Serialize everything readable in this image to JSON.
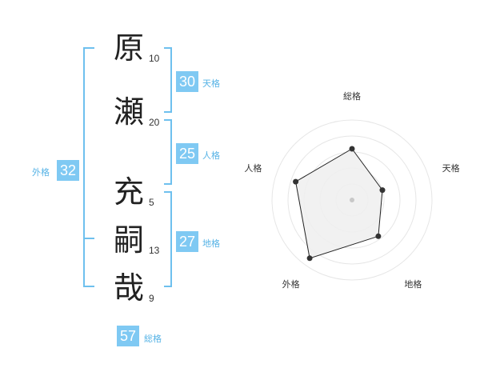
{
  "name_chars": [
    {
      "char": "原",
      "strokes": "10"
    },
    {
      "char": "瀬",
      "strokes": "20"
    },
    {
      "char": "充",
      "strokes": "5"
    },
    {
      "char": "嗣",
      "strokes": "13"
    },
    {
      "char": "哉",
      "strokes": "9"
    }
  ],
  "fortunes": {
    "tenkaku": {
      "value": "30",
      "label": "天格"
    },
    "jinkaku": {
      "value": "25",
      "label": "人格"
    },
    "chikaku": {
      "value": "27",
      "label": "地格"
    },
    "gaikaku": {
      "value": "32",
      "label": "外格"
    },
    "soukaku": {
      "value": "57",
      "label": "総格"
    }
  },
  "colors": {
    "accent": "#7fc9f3",
    "bracket": "#6ec0ee",
    "fill": "#efefef",
    "ring": "#e6e6e6"
  },
  "chart_data": {
    "type": "radar",
    "axes": [
      "総格",
      "天格",
      "地格",
      "外格",
      "人格"
    ],
    "values": [
      3.2,
      2.0,
      2.8,
      4.5,
      3.7
    ],
    "max": 5
  }
}
